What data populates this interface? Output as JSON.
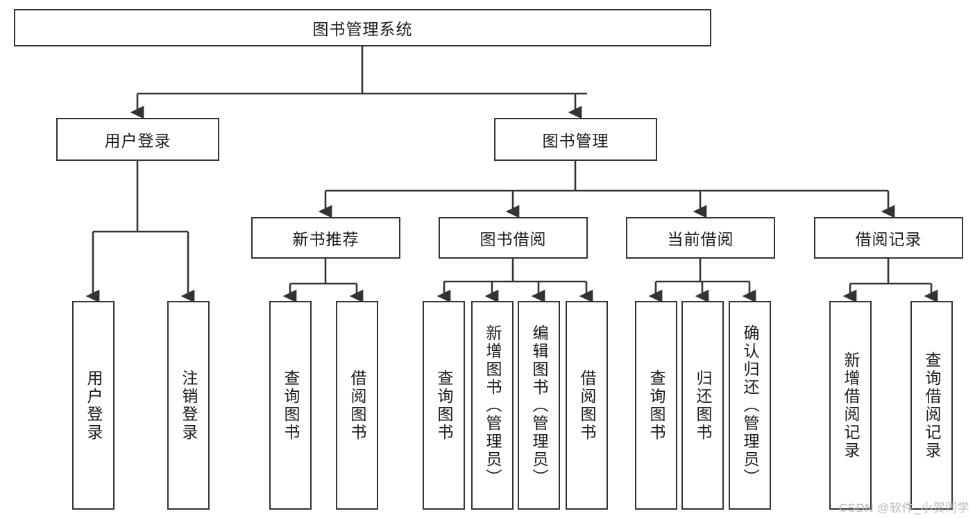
{
  "diagram": {
    "title": "图书管理系统",
    "watermark": "CSDN @软件_小贺同学",
    "colors": {
      "box_border": "#333333",
      "box_fill": "#ffffff",
      "edge": "#333333",
      "text": "#1b1b1b",
      "watermark": "#b9b9b9"
    },
    "root": {
      "label": "图书管理系统"
    },
    "level2": [
      {
        "label": "用户登录"
      },
      {
        "label": "图书管理"
      }
    ],
    "level3": [
      {
        "label": "新书推荐"
      },
      {
        "label": "图书借阅"
      },
      {
        "label": "当前借阅"
      },
      {
        "label": "借阅记录"
      }
    ],
    "leaves": {
      "user_login": [
        {
          "label": "用户登录"
        },
        {
          "label": "注销登录"
        }
      ],
      "new_book_recommend": [
        {
          "label": "查询图书"
        },
        {
          "label": "借阅图书"
        }
      ],
      "book_borrow": [
        {
          "label": "查询图书"
        },
        {
          "label": "新增图书（管理员）"
        },
        {
          "label": "编辑图书（管理员）"
        },
        {
          "label": "借阅图书"
        }
      ],
      "current_borrow": [
        {
          "label": "查询图书"
        },
        {
          "label": "归还图书"
        },
        {
          "label": "确认归还（管理员）"
        }
      ],
      "borrow_record": [
        {
          "label": "新增借阅记录"
        },
        {
          "label": "查询借阅记录"
        }
      ]
    }
  }
}
